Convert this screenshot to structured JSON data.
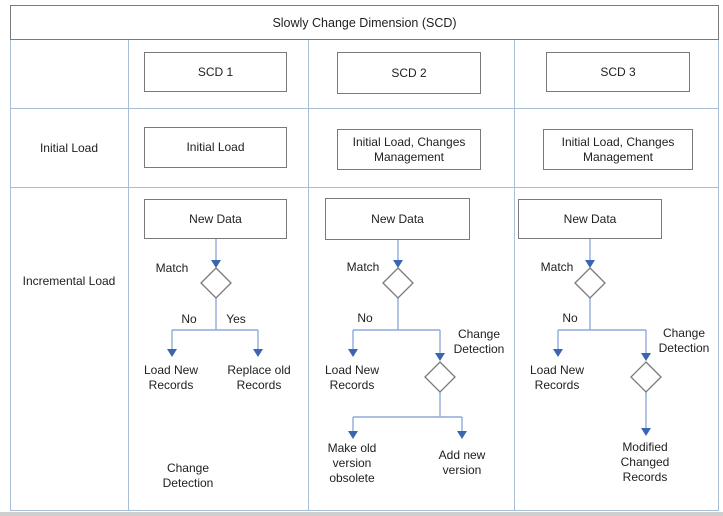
{
  "diagram": {
    "title": "Slowly Change Dimension (SCD)",
    "rows": {
      "initial": "Initial Load",
      "incremental": "Incremental Load"
    },
    "scd1": {
      "header": "SCD 1",
      "initial": "Initial Load",
      "new_data": "New Data",
      "match": "Match",
      "no": "No",
      "yes": "Yes",
      "branch_no": "Load New Records",
      "branch_yes": "Replace old Records",
      "footnote": "Change Detection"
    },
    "scd2": {
      "header": "SCD 2",
      "initial": "Initial Load, Changes Management",
      "new_data": "New Data",
      "match": "Match",
      "no": "No",
      "change_detection": "Change Detection",
      "branch_no": "Load New Records",
      "branch_left": "Make old version obsolete",
      "branch_right": "Add new version"
    },
    "scd3": {
      "header": "SCD 3",
      "initial": "Initial Load, Changes Management",
      "new_data": "New Data",
      "match": "Match",
      "no": "No",
      "change_detection": "Change Detection",
      "branch_no": "Load New Records",
      "result": "Modified Changed Records"
    },
    "colors": {
      "grid_line": "#aabfd6",
      "box_border": "#7a7a7a",
      "connector": "#8faadc",
      "arrowhead": "#3a66b0",
      "text": "#212121"
    }
  }
}
